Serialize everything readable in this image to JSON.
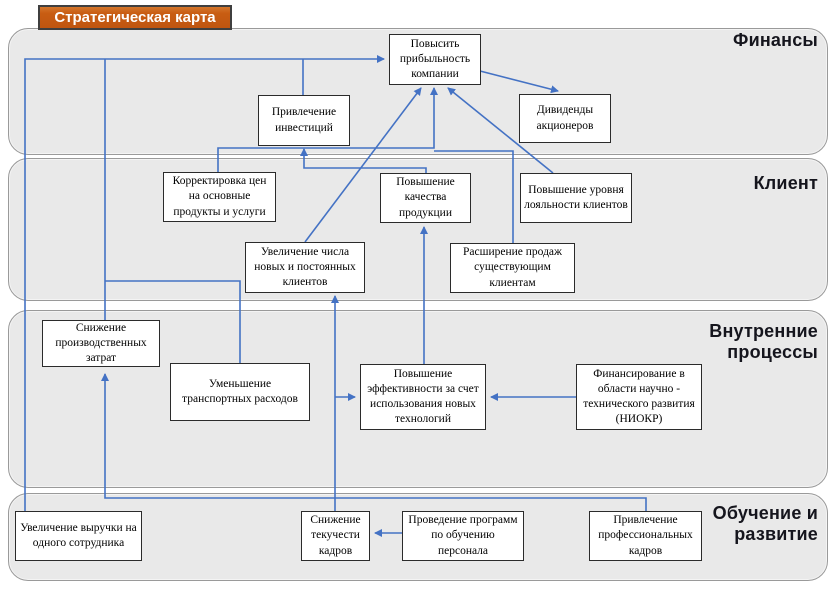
{
  "title_badge": "Стратегическая карта",
  "colors": {
    "accent_orange": "#C55A11",
    "connector_blue": "#4472C4",
    "band_fill": "#E9E9E9",
    "band_border": "#9A9A9A",
    "box_border": "#2B2B2B"
  },
  "bands": {
    "finance": {
      "label": "Финансы"
    },
    "client": {
      "label": "Клиент"
    },
    "internal": {
      "label_line1": "Внутренние",
      "label_line2": "процессы"
    },
    "learning": {
      "label_line1": "Обучение и",
      "label_line2": "развитие"
    }
  },
  "nodes": {
    "profit": "Повысить прибыльность компании",
    "invest": "Привлечение инвестиций",
    "dividends": "Дивиденды акционеров",
    "price": "Корректировка цен на основные продукты и услуги",
    "quality": "Повышение качества продукции",
    "loyalty": "Повышение уровня лояльности клиентов",
    "clients": "Увеличение числа новых и постоянных клиентов",
    "sales": "Расширение продаж существующим клиентам",
    "costs": "Снижение производственных затрат",
    "transport": "Уменьшение транспортных расходов",
    "efficiency": "Повышение эффективности за счет использования новых технологий",
    "rnd": "Финансирование в области научно - технического развития (НИОКР)",
    "revenue": "Увеличение выручки на одного сотрудника",
    "turnover": "Снижение текучести кадров",
    "training": "Проведение программ по обучению персонала",
    "hr": "Привлечение профессиональных кадров"
  }
}
